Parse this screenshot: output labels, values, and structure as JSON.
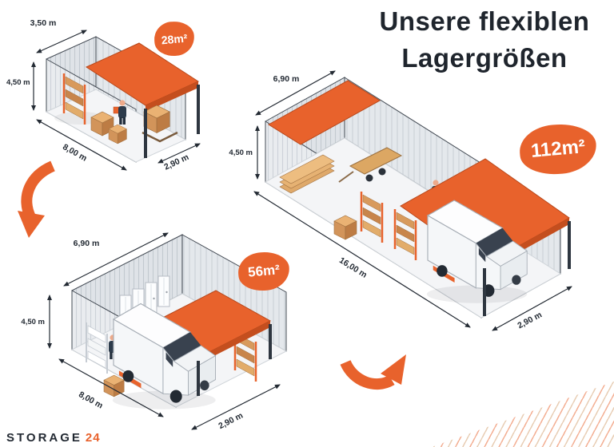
{
  "title": {
    "line1": "Unsere flexiblen",
    "line2": "Lagergrößen"
  },
  "brand": {
    "name": "STORAGE",
    "number": "24"
  },
  "accent_color": "#E8622C",
  "units": [
    {
      "badge": "28m²",
      "width": "3,50 m",
      "height": "4,50 m",
      "depth": "8,00 m",
      "front": "2,90 m"
    },
    {
      "badge": "56m²",
      "width": "6,90 m",
      "height": "4,50 m",
      "depth": "8,00 m",
      "front": "2,90 m"
    },
    {
      "badge": "112m²",
      "width": "6,90 m",
      "height": "4,50 m",
      "depth": "16,00 m",
      "front": "2,90 m"
    }
  ]
}
